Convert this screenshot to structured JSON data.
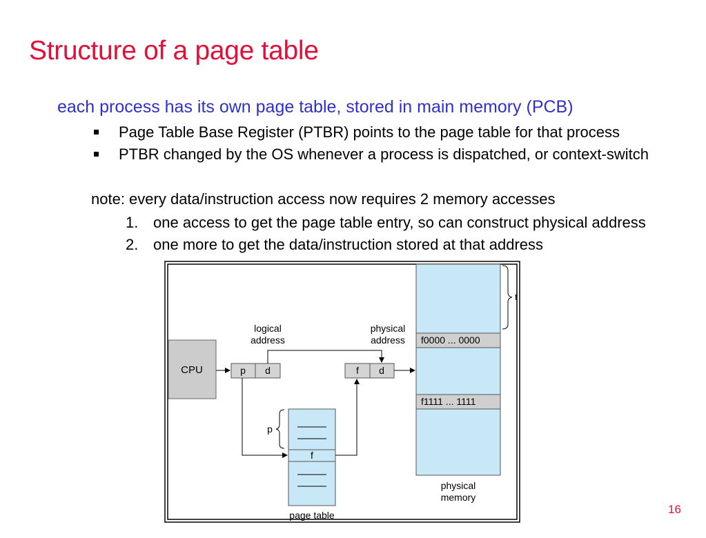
{
  "slide": {
    "title": "Structure of a page table",
    "intro": "each process has its own page table, stored in main memory (PCB)",
    "bullets": [
      "Page Table Base Register (PTBR) points to the page table for that process",
      "PTBR changed by the OS whenever a process is dispatched, or context-switch"
    ],
    "note": "note: every data/instruction access now requires 2 memory accesses",
    "steps": [
      {
        "num": "1.",
        "text": "one access to get the page table entry, so can construct physical address"
      },
      {
        "num": "2.",
        "text": "one more to get the data/instruction stored at that address"
      }
    ],
    "slide_number": "16"
  },
  "diagram": {
    "cpu": "CPU",
    "logical_address": [
      "logical",
      "address"
    ],
    "physical_address": [
      "physical",
      "address"
    ],
    "logical_fields": [
      "p",
      "d"
    ],
    "physical_fields": [
      "f",
      "d"
    ],
    "page_table_label": "page table",
    "page_table_entry": "f",
    "page_table_index": "p",
    "memory_rows": [
      "f0000 ... 0000",
      "f1111 ... 1111"
    ],
    "memory_label": [
      "physical",
      "memory"
    ],
    "frame_brace_label": "f"
  },
  "colors": {
    "title": "#e0103a",
    "intro": "#3030c8",
    "memory_fill": "#c8e8f8",
    "cpu_fill": "#cccccc",
    "field_fill": "#d4d4d4"
  }
}
